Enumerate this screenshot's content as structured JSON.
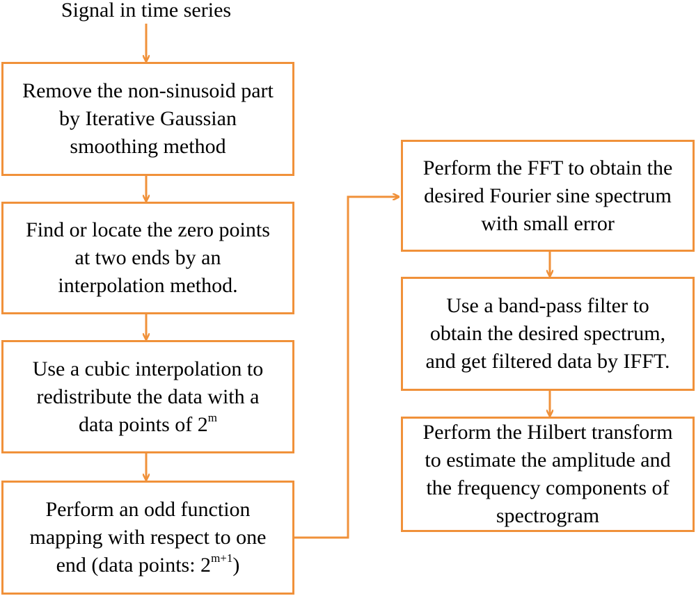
{
  "diagram": {
    "start_label": "Signal in time series",
    "accent_color": "#F0913A",
    "left_steps": [
      {
        "id": "step1",
        "lines": [
          "Remove the non-sinusoid part",
          "by Iterative Gaussian",
          "smoothing method"
        ]
      },
      {
        "id": "step2",
        "lines": [
          "Find or locate the zero points",
          "at two ends by an",
          "interpolation method."
        ]
      },
      {
        "id": "step3",
        "lines": [
          "Use a cubic interpolation to",
          "redistribute the data with a",
          "data points of 2"
        ],
        "sup": "m"
      },
      {
        "id": "step4",
        "lines": [
          "Perform an odd function",
          "mapping with respect to one",
          "end (data points: 2"
        ],
        "sup": "m+1",
        "suffix": ")"
      }
    ],
    "right_steps": [
      {
        "id": "step5",
        "lines": [
          "Perform the FFT to obtain the",
          "desired Fourier sine spectrum",
          "with small error"
        ]
      },
      {
        "id": "step6",
        "lines": [
          "Use a band-pass filter to",
          "obtain the desired spectrum,",
          "and get filtered data by IFFT."
        ]
      },
      {
        "id": "step7",
        "lines": [
          "Perform the Hilbert transform",
          "to estimate the amplitude and",
          "the frequency components of",
          "spectrogram"
        ]
      }
    ]
  }
}
